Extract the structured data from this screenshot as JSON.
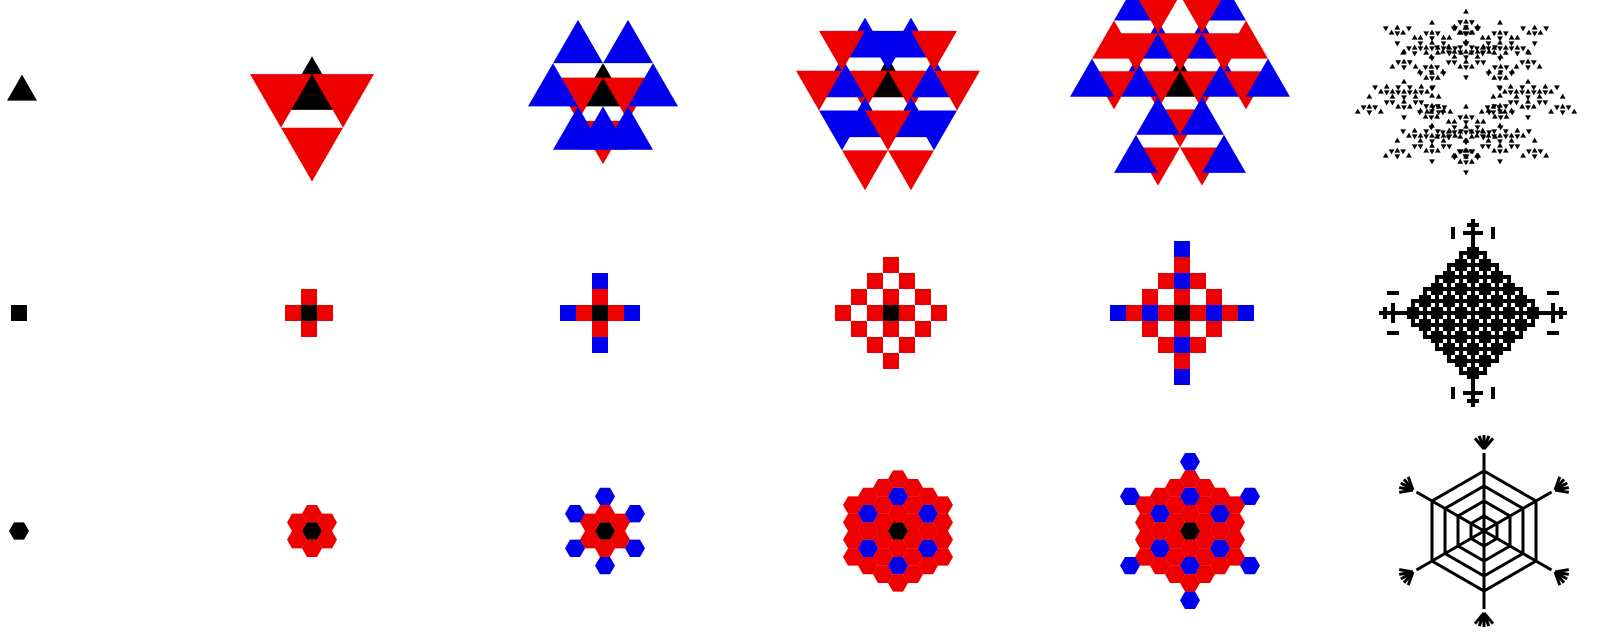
{
  "colors": {
    "seed": "#000000",
    "added": "#ee0000",
    "newest": "#0000ee",
    "fractal": "#000000",
    "background": "#ffffff"
  },
  "rows": [
    {
      "shape": "triangle",
      "stages": [
        "seed",
        "generation-1",
        "generation-2",
        "generation-3",
        "generation-4",
        "limit-fractal"
      ]
    },
    {
      "shape": "square",
      "stages": [
        "seed",
        "generation-1",
        "generation-2",
        "generation-3",
        "generation-4",
        "limit-fractal"
      ]
    },
    {
      "shape": "hexagon",
      "stages": [
        "seed",
        "generation-1",
        "generation-2",
        "generation-3",
        "generation-4",
        "limit-fractal"
      ]
    }
  ]
}
